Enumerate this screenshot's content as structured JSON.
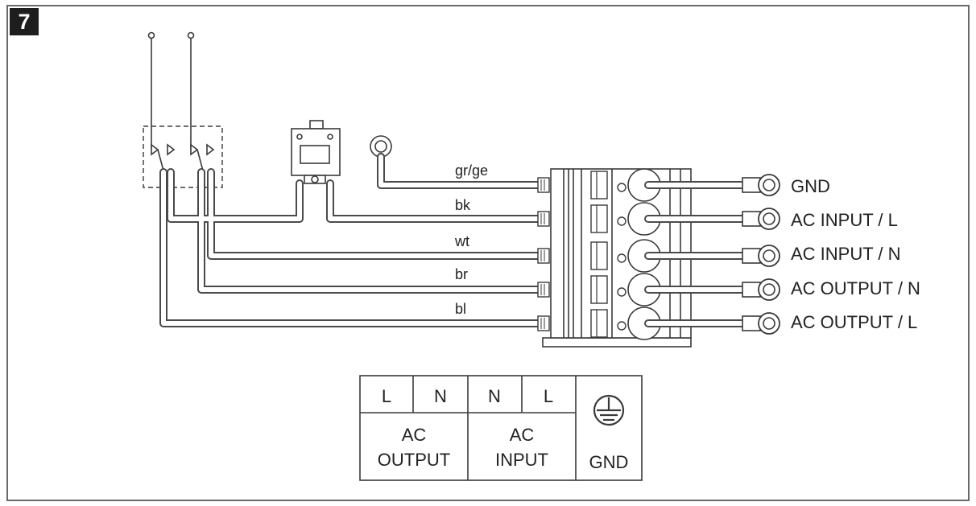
{
  "figure": {
    "number": "7",
    "wire_colors": [
      "gr/ge",
      "bk",
      "wt",
      "br",
      "bl"
    ],
    "terminal_labels": [
      "GND",
      "AC INPUT / L",
      "AC INPUT / N",
      "AC OUTPUT / N",
      "AC OUTPUT / L"
    ]
  },
  "legend_table": {
    "top_row": [
      "L",
      "N",
      "N",
      "L"
    ],
    "groups": [
      {
        "line1": "AC",
        "line2": "OUTPUT"
      },
      {
        "line1": "AC",
        "line2": "INPUT"
      }
    ],
    "ground_label": "GND",
    "ground_icon": "earth-ground-icon"
  },
  "colors": {
    "line": "#3a3a3a",
    "frame": "#6a6a6a",
    "badge": "#1e1e1e"
  }
}
